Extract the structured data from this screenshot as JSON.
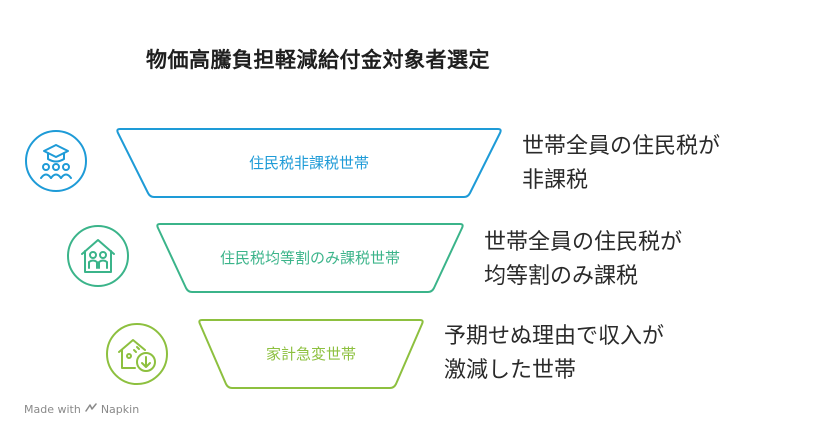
{
  "title": "物価高騰負担軽減給付金対象者選定",
  "tiers": [
    {
      "label": "住民税非課税世帯",
      "desc_line1": "世帯全員の住民税が",
      "desc_line2": "非課税",
      "icon": "graduation-family-icon",
      "color": "#1e9bd7"
    },
    {
      "label": "住民税均等割のみ課税世帯",
      "desc_line1": "世帯全員の住民税が",
      "desc_line2": "均等割のみ課税",
      "icon": "house-family-icon",
      "color": "#3bb48a"
    },
    {
      "label": "家計急変世帯",
      "desc_line1": "予期せぬ理由で収入が",
      "desc_line2": "激減した世帯",
      "icon": "house-decrease-icon",
      "color": "#8dc03f"
    }
  ],
  "footer": {
    "made_with": "Made with",
    "brand": "Napkin"
  }
}
